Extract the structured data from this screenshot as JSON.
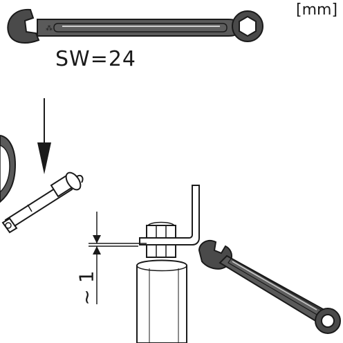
{
  "labels": {
    "unit": "[mm]",
    "wrench_size": "SW=24",
    "gap_dimension": "~ 1"
  },
  "colors": {
    "line": "#1a1a1a",
    "tool_fill": "#5a5a5a",
    "tool_shade": "#3a3a3a",
    "highlight": "#d0d0d0",
    "background": "#ffffff"
  },
  "icons": [
    "wrench-icon",
    "anchor-bolt-icon",
    "down-arrow-icon",
    "hex-nut-icon"
  ]
}
